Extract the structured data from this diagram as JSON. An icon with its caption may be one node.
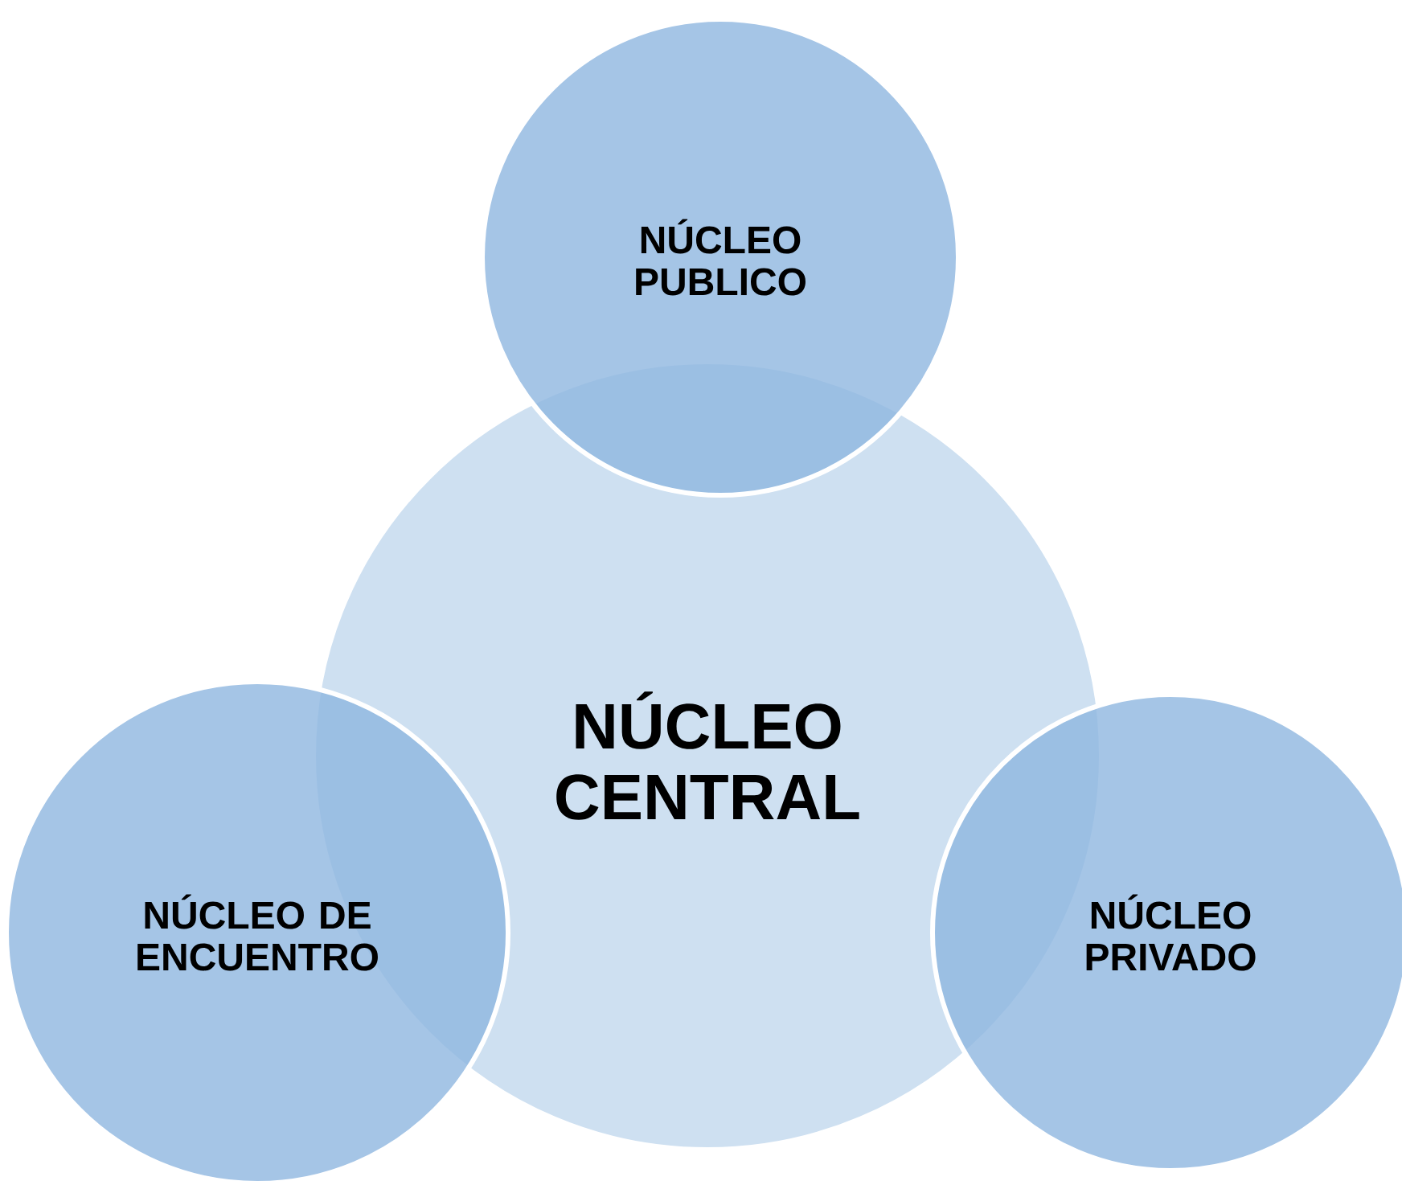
{
  "diagram": {
    "nodes": [
      {
        "text": [
          "NÚCLEO CENTRAL"
        ]
      },
      {
        "text": [
          "NÚCLEO PUBLICO"
        ]
      },
      {
        "text": [
          "NÚCLEO DE ENCUENTRO"
        ]
      },
      {
        "text": [
          "NÚCLEO PRIVADO"
        ]
      }
    ]
  }
}
